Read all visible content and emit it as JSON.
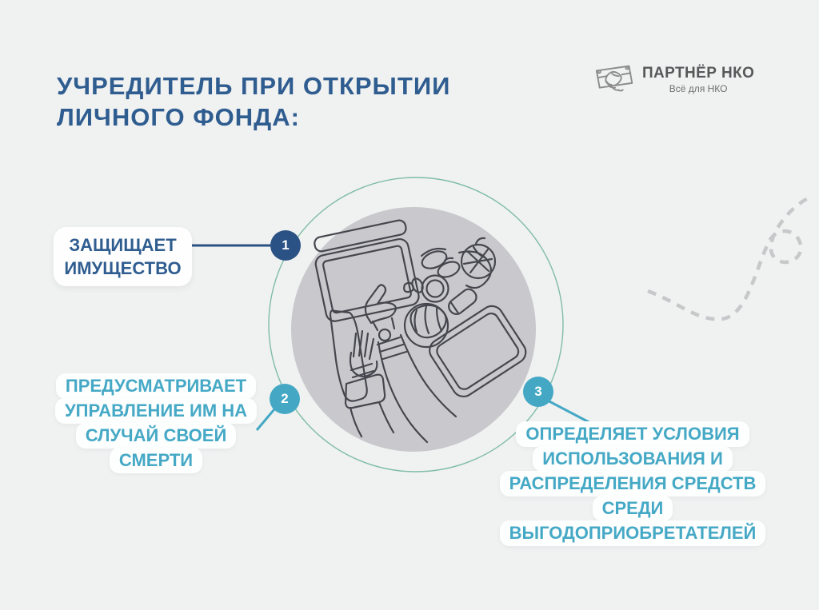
{
  "title": {
    "lines": [
      "УЧРЕДИТЕЛЬ ПРИ ОТКРЫТИИ",
      "ЛИЧНОГО ФОНДА:"
    ]
  },
  "logo": {
    "icon": "handshake-icon",
    "brand": "ПАРТНЁР НКО",
    "tagline": "Всё для НКО"
  },
  "points": [
    {
      "number": "1",
      "label_lines": [
        "ЗАЩИЩАЕТ",
        "ИМУЩЕСТВО"
      ]
    },
    {
      "number": "2",
      "label_lines": [
        "ПРЕДУСМАТРИВАЕТ",
        "УПРАВЛЕНИЕ ИМ НА",
        "СЛУЧАЙ СВОЕЙ",
        "СМЕРТИ"
      ]
    },
    {
      "number": "3",
      "label_lines": [
        "ОПРЕДЕЛЯЕТ УСЛОВИЯ",
        "ИСПОЛЬЗОВАНИЯ И",
        "РАСПРЕДЕЛЕНИЯ СРЕДСТВ",
        "СРЕДИ",
        "ВЫГОДОПРИОБРЕТАТЕЛЕЙ"
      ]
    }
  ],
  "illustration": {
    "name": "workspace-top-view-line-art"
  },
  "colors": {
    "background": "#f0f1f1",
    "title_blue": "#2f5d90",
    "badge_navy": "#2b5284",
    "accent_teal": "#44a8c5",
    "ring_green": "#7fbda6",
    "circle_gray": "#c9c9cd",
    "line_art": "#46464e",
    "squiggle_gray": "#c8c8cb",
    "card_white": "#fdfefe",
    "logo_gray": "#8d8d8d"
  }
}
